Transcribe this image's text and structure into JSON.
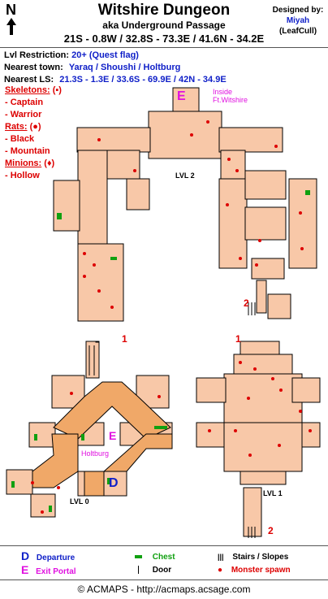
{
  "header": {
    "north_label": "N",
    "title": "Witshire Dungeon",
    "subtitle": "aka Underground Passage",
    "coords": "21S - 0.8W / 32.8S - 73.3E / 41.6N - 34.2E",
    "designed_by_label": "Designed by:",
    "designer_name": "Miyah",
    "designer_alias": "(LeafCull)"
  },
  "info": {
    "lvl_label": "Lvl Restriction:",
    "lvl_value": "20+ (Quest flag)",
    "town_label": "Nearest town:",
    "town_value": "Yaraq / Shoushi / Holtburg",
    "ls_label": "Nearest LS:",
    "ls_value": "21.3S - 1.3E / 33.6S - 69.9E / 42N - 34.9E"
  },
  "monsters": {
    "skeletons_label": "Skeletons:",
    "skeletons_marker": "(▪)",
    "skeleton_types": [
      "- Captain",
      "- Warrior"
    ],
    "rats_label": "Rats:",
    "rats_marker": "(●)",
    "rat_types": [
      "- Black",
      "- Mountain"
    ],
    "minions_label": "Minions:",
    "minions_marker": "(♦)",
    "minion_types": [
      "- Hollow"
    ]
  },
  "map": {
    "exit_note": "Inside\nFt.Witshire",
    "lvl2_label": "LVL 2",
    "lvl1_label": "LVL 1",
    "lvl0_label": "LVL 0",
    "holtburg_label": "Holtburg",
    "stair_1a": "1",
    "stair_1b": "1",
    "stair_2a": "2",
    "stair_2b": "2",
    "exit_marker": "E",
    "exit_marker_2": "E",
    "departure_marker": "D"
  },
  "legend": {
    "departure_icon": "D",
    "departure_label": "Departure",
    "exit_icon": "E",
    "exit_label": "Exit Portal",
    "chest_label": "Chest",
    "door_label": "Door",
    "stairs_label": "Stairs / Slopes",
    "spawn_label": "Monster spawn"
  },
  "footer": {
    "text": "© ACMAPS - http://acmaps.acsage.com"
  },
  "colors": {
    "room_fill": "#f8c8a8",
    "corridor_fill": "#f0a868",
    "wall": "#000000",
    "chest": "#10a010",
    "spawn": "#dd0000",
    "departure": "#1020c8",
    "exit": "#e010e0"
  }
}
